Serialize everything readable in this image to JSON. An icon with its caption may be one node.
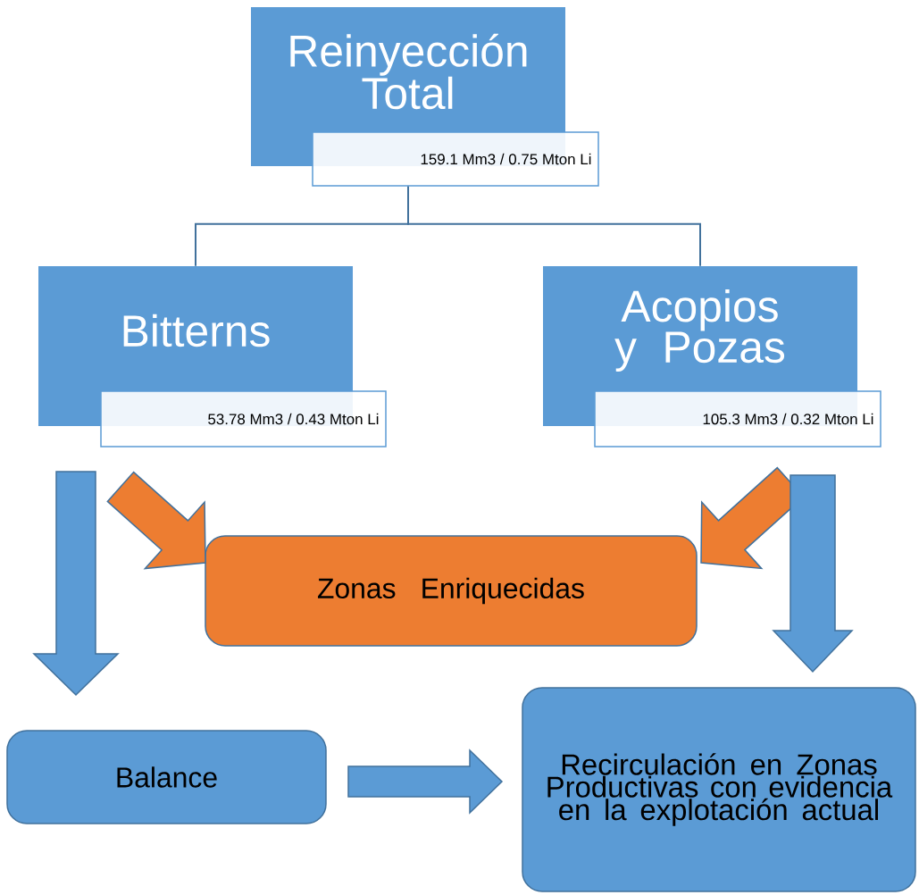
{
  "diagram": {
    "nodes": [
      {
        "text": [
          "Reinyección Total",
          "159.1 Mm3 / 0.75 Mton Li"
        ]
      },
      {
        "text": [
          "Bitterns",
          "53.78 Mm3 / 0.43 Mton Li"
        ]
      },
      {
        "text": [
          "Acopios y Pozas",
          "105.3 Mm3 / 0.32 Mton Li"
        ]
      },
      {
        "text": [
          "Zonas Enriquecidas"
        ]
      },
      {
        "text": [
          "Balance"
        ]
      },
      {
        "text": [
          "Recirculación en Zonas Productivas con evidencia en la explotación actual"
        ]
      }
    ],
    "edges": [
      {
        "from": 0,
        "to": 1,
        "arrow": "none"
      },
      {
        "from": 0,
        "to": 2,
        "arrow": "none"
      },
      {
        "from": 1,
        "to": 4,
        "arrow": "to",
        "style": "thick"
      },
      {
        "from": 1,
        "to": 3,
        "arrow": "to",
        "style": "thick",
        "color": "#ed7d31"
      },
      {
        "from": 2,
        "to": 3,
        "arrow": "to",
        "style": "thick",
        "color": "#ed7d31"
      },
      {
        "from": 2,
        "to": 5,
        "arrow": "to",
        "style": "thick"
      },
      {
        "from": 4,
        "to": 5,
        "arrow": "to",
        "style": "thick"
      }
    ]
  }
}
